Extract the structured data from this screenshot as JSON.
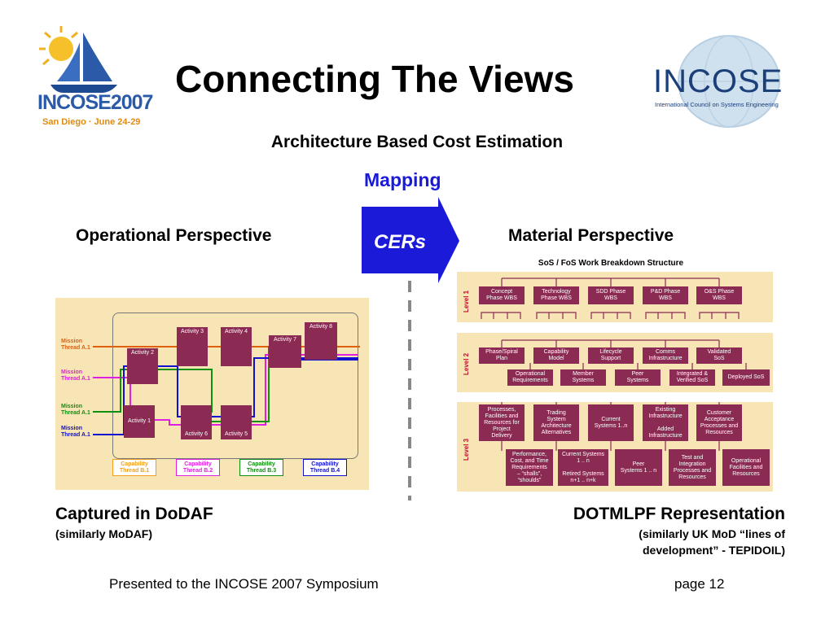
{
  "slide": {
    "title": "Connecting The Views",
    "subtitle": "Architecture Based Cost Estimation",
    "mapping_label": "Mapping",
    "arrow_label": "CERs",
    "left_heading": "Operational Perspective",
    "right_heading": "Material Perspective",
    "left_caption": "Captured in DoDAF",
    "left_caption_sub": "(similarly MoDAF)",
    "right_caption": "DOTMLPF Representation",
    "right_caption_sub_1": "(similarly UK MoD “lines of",
    "right_caption_sub_2": "development” - TEPIDOIL)",
    "footer_left": "Presented to the INCOSE 2007 Symposium",
    "footer_right": "page 12"
  },
  "logos": {
    "left": {
      "line1": "INCOSE2007",
      "line2": "San Diego · June 24-29",
      "icon": "sailboat-sun-icon"
    },
    "right": {
      "name": "INCOSE",
      "tagline": "International Council on Systems Engineering",
      "icon": "globe-icon"
    }
  },
  "dodaf": {
    "threads": [
      {
        "label1": "Mission",
        "label2": "Thread A.1",
        "color": "#e06010"
      },
      {
        "label1": "Mission",
        "label2": "Thread A.1",
        "color": "#e020e0"
      },
      {
        "label1": "Mission",
        "label2": "Thread A.1",
        "color": "#109010"
      },
      {
        "label1": "Mission",
        "label2": "Thread A.1",
        "color": "#1010d0"
      }
    ],
    "activities": [
      "Activity 3",
      "Activity 4",
      "Activity 8",
      "Activity 2",
      "Activity 7",
      "Activity 1",
      "Activity 6",
      "Activity 5"
    ],
    "capabilities": [
      {
        "label1": "Capability",
        "label2": "Thread B.1",
        "color": "#f0a020"
      },
      {
        "label1": "Capability",
        "label2": "Thread B.2",
        "color": "#e020e0"
      },
      {
        "label1": "Capability",
        "label2": "Thread B.3",
        "color": "#109010"
      },
      {
        "label1": "Capability",
        "label2": "Thread B.4",
        "color": "#1010d0"
      }
    ]
  },
  "wbs": {
    "title": "SoS / FoS Work Breakdown Structure",
    "levels": [
      "Level 1",
      "Level 2",
      "Level 3"
    ],
    "level1": [
      {
        "l1": "Concept",
        "l2": "Phase WBS"
      },
      {
        "l1": "Technology",
        "l2": "Phase WBS"
      },
      {
        "l1": "SDD Phase",
        "l2": "WBS"
      },
      {
        "l1": "P&D Phase",
        "l2": "WBS"
      },
      {
        "l1": "O&S Phase",
        "l2": "WBS"
      }
    ],
    "level2_top": [
      {
        "l1": "Phase/Spiral",
        "l2": "Plan"
      },
      {
        "l1": "Capability",
        "l2": "Model"
      },
      {
        "l1": "Lifecycle",
        "l2": "Support"
      },
      {
        "l1": "Comms",
        "l2": "Infrastructure"
      },
      {
        "l1": "Validated",
        "l2": "SoS"
      }
    ],
    "level2_bottom": [
      {
        "l1": "Operational",
        "l2": "Requirements"
      },
      {
        "l1": "Member",
        "l2": "Systems"
      },
      {
        "l1": "Peer",
        "l2": "Systems"
      },
      {
        "l1": "Integrated &",
        "l2": "Verified SoS"
      },
      {
        "l1": "Deployed  SoS",
        "l2": ""
      }
    ],
    "level3_top": [
      {
        "l1": "Processes,",
        "l2": "Facilities and",
        "l3": "Resources for",
        "l4": "Project",
        "l5": "Delivery"
      },
      {
        "l1": "Trading",
        "l2": "System",
        "l3": "Architecture",
        "l4": "Alternatives",
        "l5": ""
      },
      {
        "l1": "Current",
        "l2": "Systems 1..n",
        "l3": "",
        "l4": "",
        "l5": ""
      },
      {
        "l1": "Existing",
        "l2": "Infrastructure",
        "l3": "",
        "l4": "Added",
        "l5": "Infrastructure"
      },
      {
        "l1": "Customer",
        "l2": "Acceptance",
        "l3": "Processes and",
        "l4": "Resources",
        "l5": ""
      }
    ],
    "level3_bottom": [
      {
        "l1": "Performance,",
        "l2": "Cost, and Time",
        "l3": "Requirements",
        "l4": "– “shalls”,",
        "l5": "“shoulds”"
      },
      {
        "l1": "Current Systems",
        "l2": "1 .. n",
        "l3": "",
        "l4": "Retired Systems",
        "l5": "n+1 .. n+k"
      },
      {
        "l1": "Peer",
        "l2": "Systems 1 .. n",
        "l3": "",
        "l4": "",
        "l5": ""
      },
      {
        "l1": "Test and",
        "l2": "Integration",
        "l3": "Processes and",
        "l4": "Resources",
        "l5": ""
      },
      {
        "l1": "Operational",
        "l2": "Facilities and",
        "l3": "Resources",
        "l4": "",
        "l5": ""
      }
    ]
  },
  "colors": {
    "box": "#8b2a52",
    "panel": "#f8e5b6",
    "arrow": "#1a1ad8",
    "mapping_text": "#1a1adc",
    "level_text": "#c0102a"
  }
}
